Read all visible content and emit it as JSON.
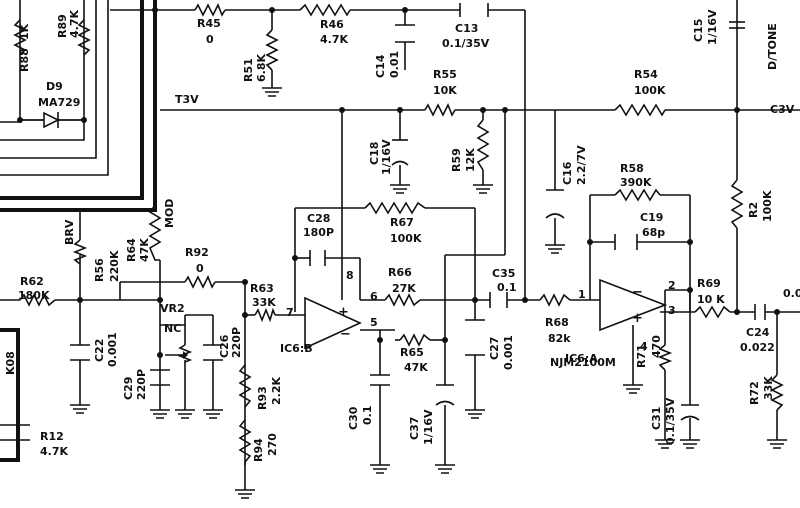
{
  "labels": {
    "R45": "R45",
    "R45_v": "0",
    "R46": "R46",
    "R46_v": "4.7K",
    "C13": "C13",
    "C13_v": "0.1/35V",
    "C15": "C15",
    "C15_v": "1/16V",
    "DTONE": "D/TONE",
    "R51": "R51",
    "R51_v": "6.8K",
    "C14": "C14",
    "C14_v": "0.01",
    "R55": "R55",
    "R55_v": "10K",
    "R54": "R54",
    "R54_v": "100K",
    "T3V": "T3V",
    "C3V": "C3V",
    "R88": "R88",
    "R88_v": "1K",
    "R89": "R89",
    "R89_v": "4.7K",
    "D9": "D9",
    "D9_v": "MA729",
    "C18": "C18",
    "C18_v": "1/16V",
    "R59": "R59",
    "R59_v": "12K",
    "C16": "C16",
    "C16_v": "2.2/7V",
    "R58": "R58",
    "R58_v": "390K",
    "C19": "C19",
    "C19_v": "68p",
    "R2": "R2",
    "R2_v": "100K",
    "C28": "C28",
    "C28_v": "180P",
    "R67": "R67",
    "R67_v": "100K",
    "MOD": "MOD",
    "BRV": "BRV",
    "R64": "R64",
    "R64_v": "47K",
    "R56": "R56",
    "R56_v": "220K",
    "R92": "R92",
    "R92_v": "0",
    "R62": "R62",
    "R62_v": "180K",
    "R63": "R63",
    "R63_v": "33K",
    "R66": "R66",
    "R66_v": "27K",
    "C35": "C35",
    "C35_v": "0.1",
    "R68": "R68",
    "R68_v": "82k",
    "R69": "R69",
    "R69_v": "10 K",
    "VR2": "VR2",
    "NC": "NC",
    "C22": "C22",
    "C22_v": "0.001",
    "C26": "C26",
    "C26_v": "220P",
    "C29": "C29",
    "C29_v": "220P",
    "IC6B": "IC6:B",
    "IC6A": "IC6:A",
    "NJM": "NJM2100M",
    "R65": "R65",
    "R65_v": "47K",
    "C27": "C27",
    "C27_v": "0.001",
    "R71": "R71",
    "R71_v": "470",
    "C24": "C24",
    "C24_v": "0.022",
    "R72": "R72",
    "R72_v": "33K",
    "R93": "R93",
    "R93_v": "2.2K",
    "R94": "R94",
    "R94_v": "270",
    "C30": "C30",
    "C30_v": "0.1",
    "C37": "C37",
    "C37_v": "1/16V",
    "C31": "C31",
    "C31_v": "0.1/35V",
    "K08": "K08",
    "R12": "R12",
    "R12_v": "4.7K",
    "pin7": "7",
    "pin6": "6",
    "pin5": "5",
    "pin8": "8",
    "pin1": "1",
    "pin2": "2",
    "pin3": "3",
    "pin4": "4",
    "edge_r": "0.0"
  }
}
